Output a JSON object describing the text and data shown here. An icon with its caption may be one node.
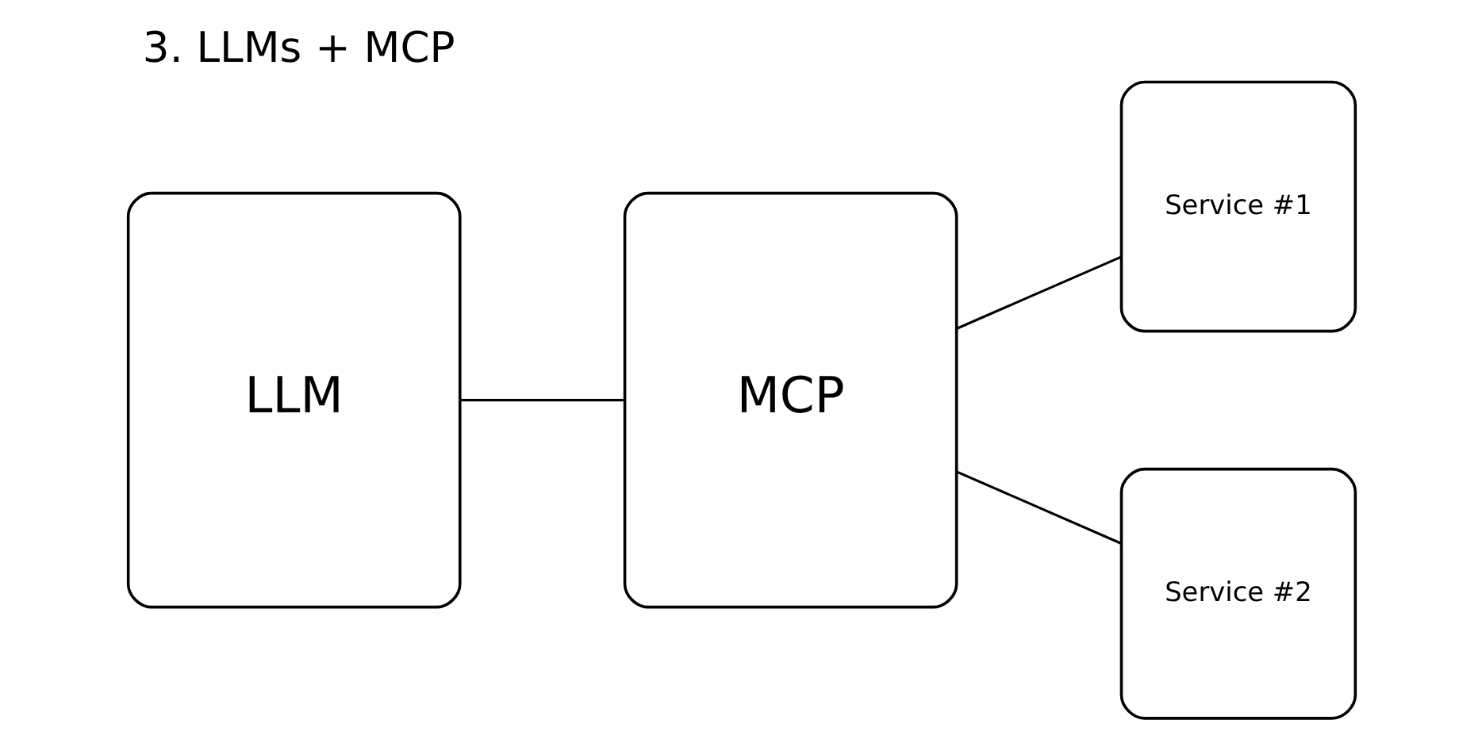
{
  "diagram": {
    "title": "3. LLMs + MCP",
    "nodes": [
      {
        "text": [
          "LLM"
        ]
      },
      {
        "text": [
          "MCP"
        ]
      },
      {
        "text": [
          "Service #1"
        ]
      },
      {
        "text": [
          "Service #2"
        ]
      }
    ],
    "edges": [
      {
        "from": 0,
        "to": 1,
        "arrow": "none"
      },
      {
        "from": 1,
        "to": 2,
        "arrow": "none"
      },
      {
        "from": 1,
        "to": 3,
        "arrow": "none"
      }
    ]
  }
}
